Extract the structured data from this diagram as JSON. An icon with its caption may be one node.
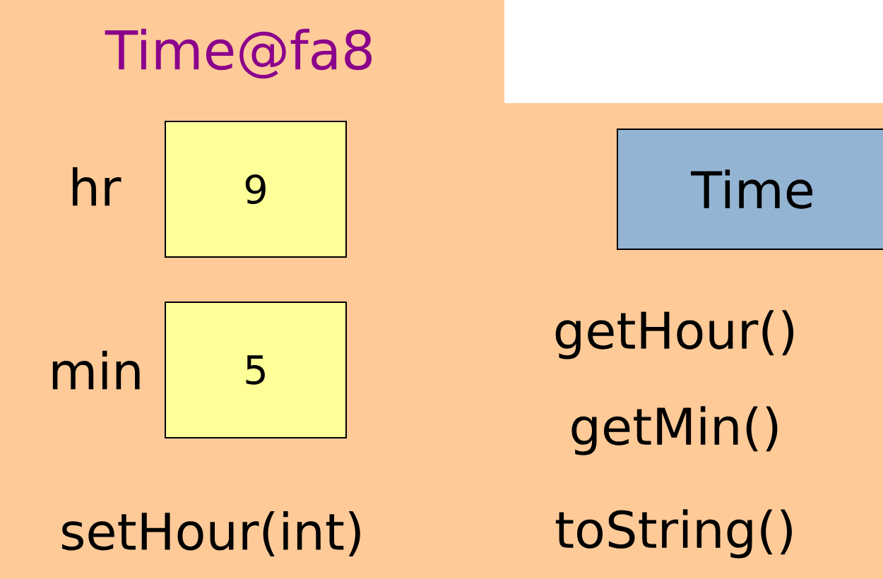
{
  "diagram": {
    "nodes": [
      {
        "text": [
          "Time@fa8"
        ]
      },
      {
        "text": [
          "9"
        ],
        "in": 0,
        "beside": [
          "hr"
        ]
      },
      {
        "text": [
          "5"
        ],
        "in": 0,
        "beside": [
          "min"
        ]
      },
      {
        "text": [
          "Time"
        ],
        "in": 0
      }
    ],
    "edges": [],
    "labels": [
      "getHour()",
      "getMin()",
      "setHour(int)",
      "toString()"
    ]
  }
}
